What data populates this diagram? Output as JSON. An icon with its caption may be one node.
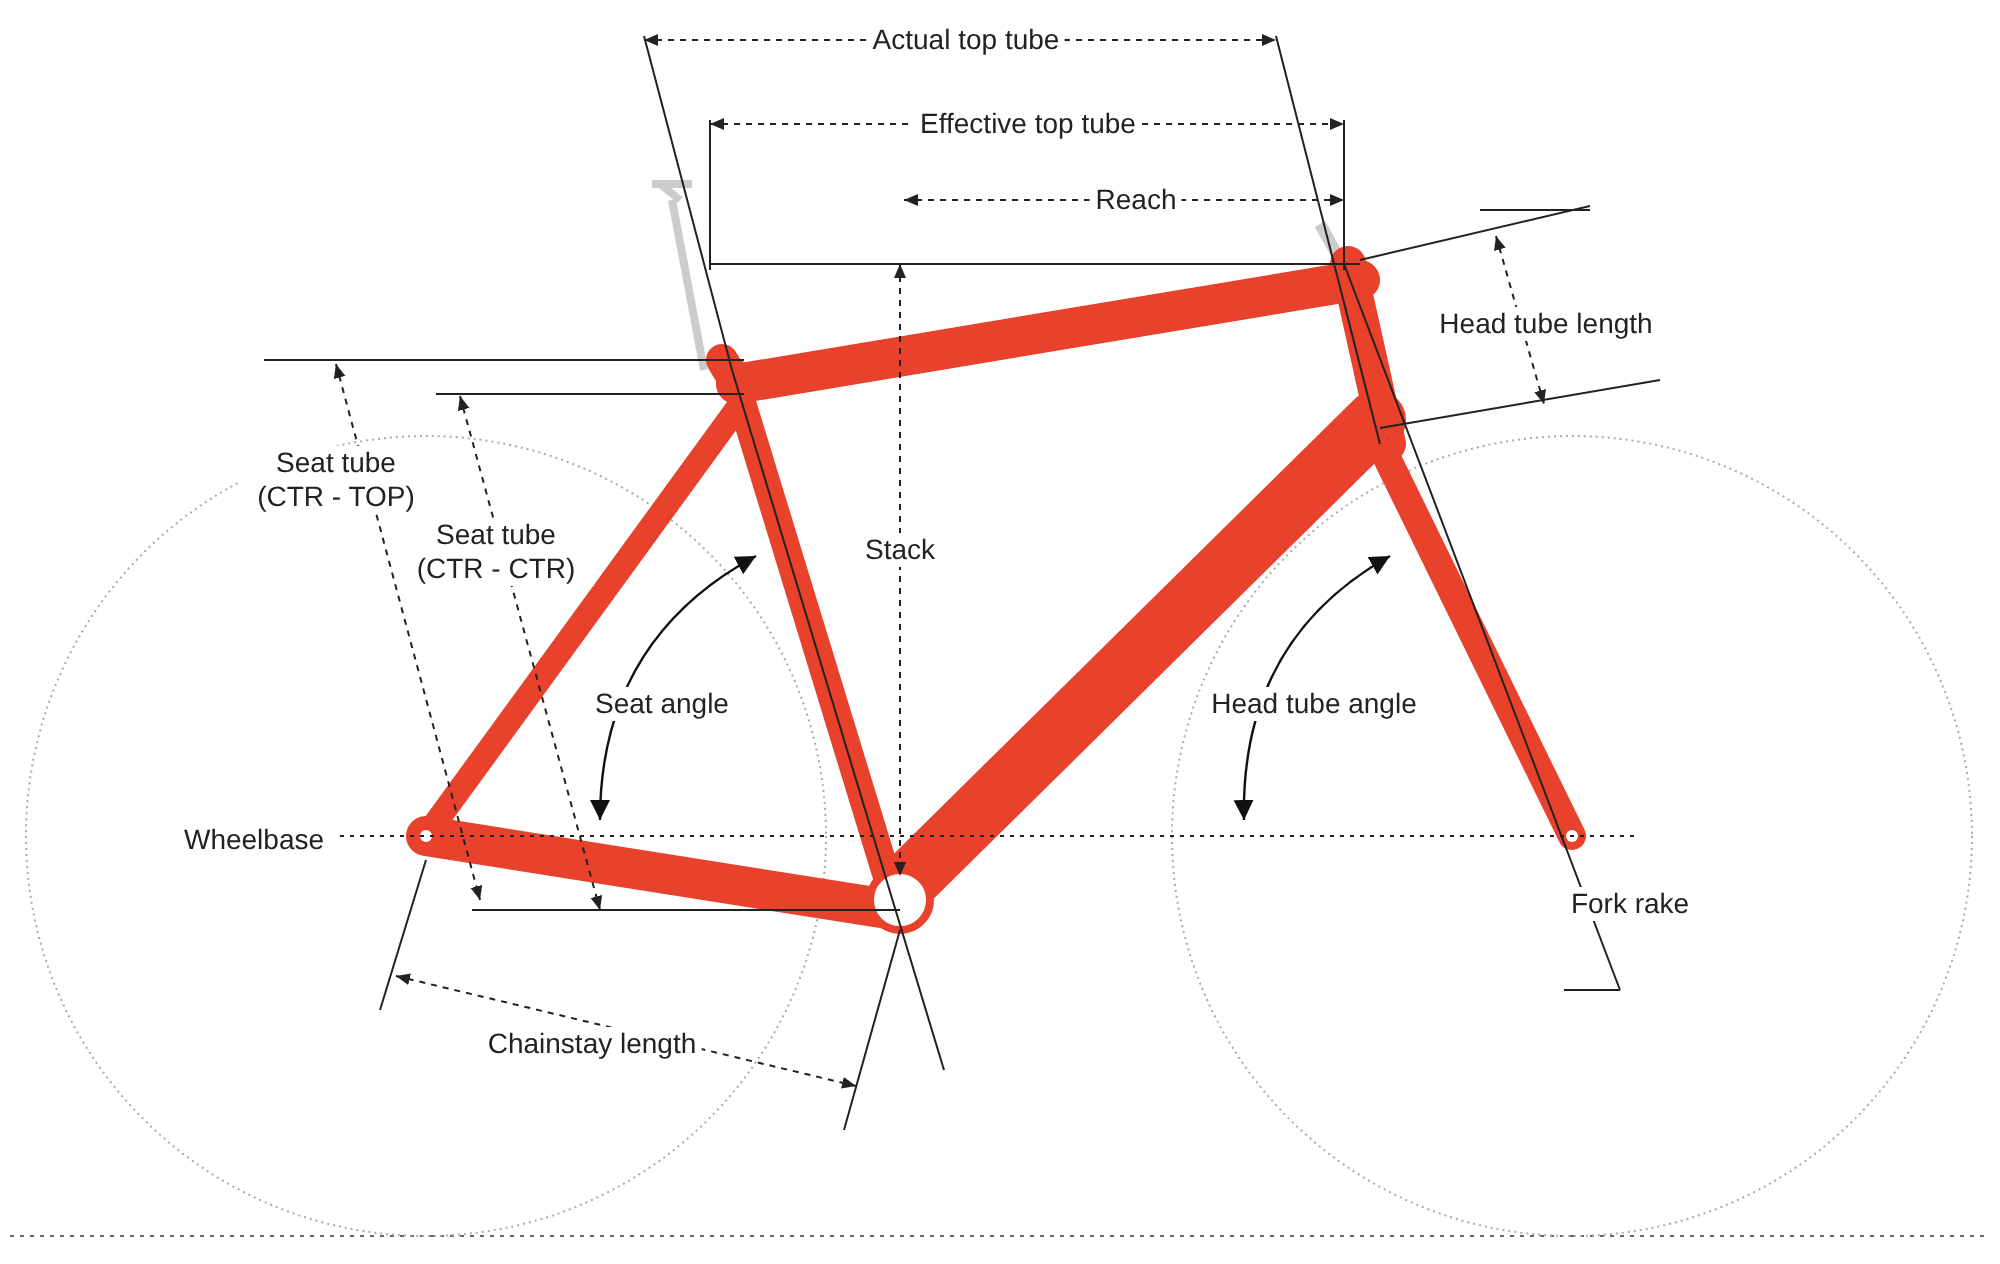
{
  "diagram": {
    "labels": [
      "Actual top tube",
      "Effective top tube",
      "Reach",
      "Head tube length",
      "Seat tube (CTR - TOP)",
      "Seat tube (CTR - CTR)",
      "Stack",
      "Seat angle",
      "Head tube angle",
      "Wheelbase",
      "Fork rake",
      "Chainstay length"
    ]
  }
}
